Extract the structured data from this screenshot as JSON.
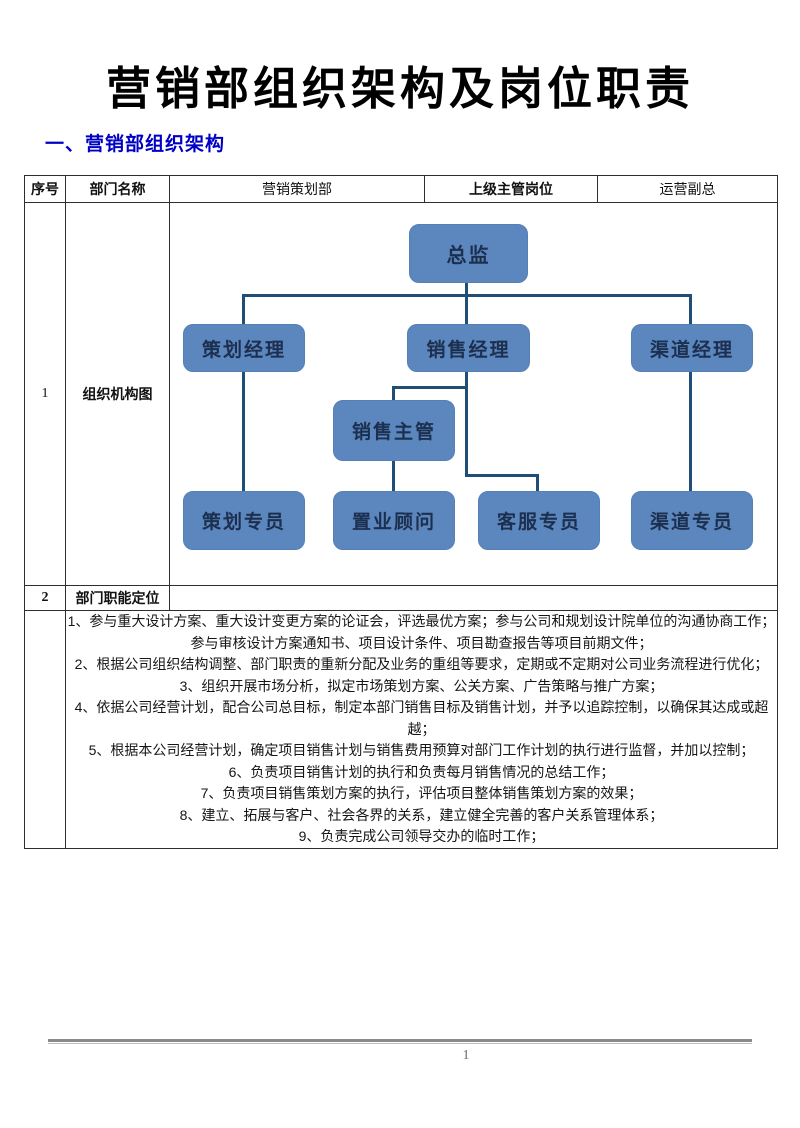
{
  "document": {
    "title": "营销部组织架构及岗位职责",
    "section_heading": "一、营销部组织架构",
    "page_number": "1"
  },
  "colors": {
    "heading_blue": "#0000c4",
    "node_fill": "#5b87be",
    "node_text": "#1c2f4e",
    "connector": "#1f4e79",
    "table_border": "#2e2e2e"
  },
  "table": {
    "header": {
      "col1": "序号",
      "col2": "部门名称",
      "col3": "营销策划部",
      "col4": "上级主管岗位",
      "col5": "运营副总"
    },
    "rows": [
      {
        "index": "1",
        "label": "组织机构图"
      },
      {
        "index": "2",
        "label": "部门职能定位"
      }
    ],
    "responsibilities": [
      "1、参与重大设计方案、重大设计变更方案的论证会，评选最优方案；参与公司和规划设计院单位的沟通协商工作；参与审核设计方案通知书、项目设计条件、项目勘查报告等项目前期文件；",
      "2、根据公司组织结构调整、部门职责的重新分配及业务的重组等要求，定期或不定期对公司业务流程进行优化；",
      "3、组织开展市场分析，拟定市场策划方案、公关方案、广告策略与推广方案；",
      "4、依据公司经营计划，配合公司总目标，制定本部门销售目标及销售计划，并予以追踪控制，以确保其达成或超越；",
      "5、根据本公司经营计划，确定项目销售计划与销售费用预算对部门工作计划的执行进行监督，并加以控制；",
      "6、负责项目销售计划的执行和负责每月销售情况的总结工作；",
      "7、负责项目销售策划方案的执行，评估项目整体销售策划方案的效果；",
      "8、建立、拓展与客户、社会各界的关系，建立健全完善的客户关系管理体系；",
      "9、负责完成公司领导交办的临时工作；"
    ]
  },
  "org_chart": {
    "nodes": {
      "director": "总监",
      "planning_manager": "策划经理",
      "sales_manager": "销售经理",
      "channel_manager": "渠道经理",
      "sales_supervisor": "销售主管",
      "planning_specialist": "策划专员",
      "property_consultant": "置业顾问",
      "customer_service_specialist": "客服专员",
      "channel_specialist": "渠道专员"
    }
  }
}
